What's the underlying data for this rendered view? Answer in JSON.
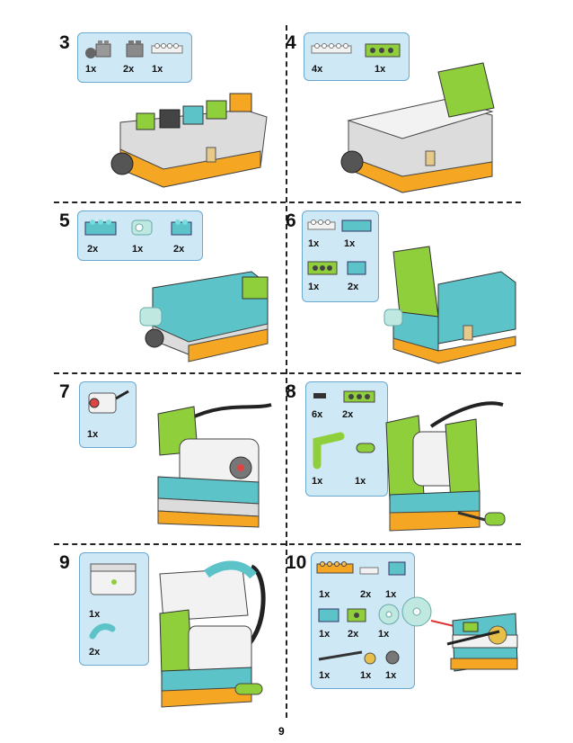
{
  "page_number": "9",
  "steps": [
    {
      "number": "3",
      "parts": [
        "1x",
        "2x",
        "1x"
      ]
    },
    {
      "number": "4",
      "parts": [
        "4x",
        "1x"
      ]
    },
    {
      "number": "5",
      "parts": [
        "2x",
        "1x",
        "2x"
      ]
    },
    {
      "number": "6",
      "parts": [
        "1x",
        "1x",
        "1x",
        "2x"
      ]
    },
    {
      "number": "7",
      "parts": [
        "1x"
      ]
    },
    {
      "number": "8",
      "parts": [
        "6x",
        "2x",
        "1x",
        "1x"
      ]
    },
    {
      "number": "9",
      "parts": [
        "1x",
        "2x"
      ]
    },
    {
      "number": "10",
      "parts": [
        "1x",
        "2x",
        "1x",
        "1x",
        "2x",
        "1x",
        "1x",
        "1x",
        "1x"
      ]
    }
  ],
  "colors": {
    "lime": "#8fcf3c",
    "teal": "#5cc3c9",
    "orange": "#f5a623",
    "white": "#f2f2f2",
    "grey": "#9a9a9a",
    "dark": "#333333"
  }
}
